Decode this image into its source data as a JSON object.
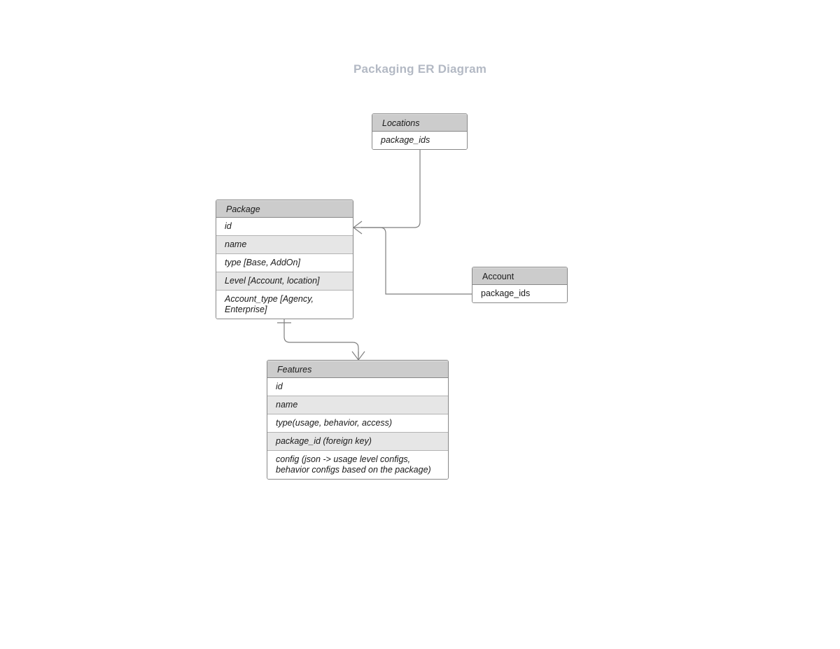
{
  "title": "Packaging ER Diagram",
  "theme": {
    "title_color": "#b3b9c4",
    "header_fill": "#cccccc",
    "row_fill": "#ffffff",
    "row_alt_fill": "#e6e6e6",
    "border_color": "#888888",
    "edge_color": "#7f7f7f",
    "text_color": "#1a1a1a",
    "background": "#ffffff"
  },
  "entities": {
    "locations": {
      "name": "Locations",
      "rows": [
        "package_ids"
      ]
    },
    "package": {
      "name": "Package",
      "rows": [
        "id",
        "name",
        "type [Base, AddOn]",
        "Level [Account, location]",
        "Account_type [Agency, Enterprise]"
      ]
    },
    "account": {
      "name": "Account",
      "rows": [
        "package_ids"
      ]
    },
    "features": {
      "name": "Features",
      "rows": [
        "id",
        "name",
        "type(usage, behavior, access)",
        "package_id (foreign key)",
        "config (json -> usage level configs, behavior configs based on the package)"
      ]
    }
  },
  "relationships": [
    {
      "from": "Locations",
      "to": "Package",
      "from_notation": "none",
      "to_notation": "crows-foot"
    },
    {
      "from": "Account",
      "to": "Package",
      "from_notation": "none",
      "to_notation": "crows-foot"
    },
    {
      "from": "Package",
      "to": "Features",
      "from_notation": "one",
      "to_notation": "crows-foot"
    }
  ]
}
